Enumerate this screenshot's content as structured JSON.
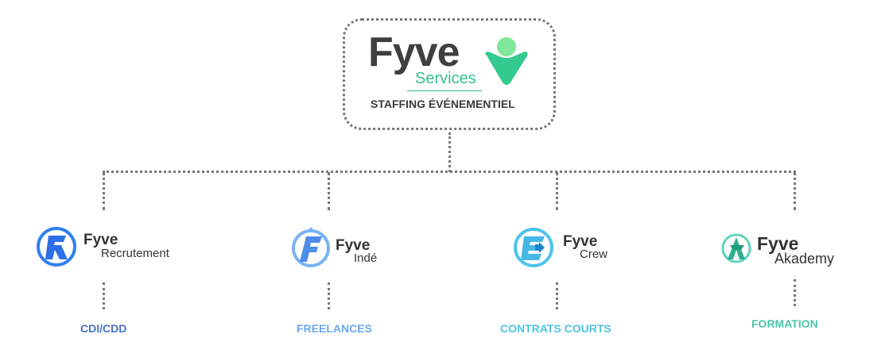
{
  "root": {
    "brand": "Fyve",
    "sub": "Services",
    "tagline": "STAFFING ÉVÉNEMENTIEL"
  },
  "branches": [
    {
      "brand": "Fyve",
      "sub": "Recrutement",
      "label": "CDI/CDD",
      "color": "#4a70c8"
    },
    {
      "brand": "Fyve",
      "sub": "Indé",
      "label": "FREELANCES",
      "color": "#6aa8ef"
    },
    {
      "brand": "Fyve",
      "sub": "Crew",
      "label": "CONTRATS COURTS",
      "color": "#4cc4e6"
    },
    {
      "brand": "Fyve",
      "sub": "Akademy",
      "label": "FORMATION",
      "color": "#4cc6ad"
    }
  ]
}
